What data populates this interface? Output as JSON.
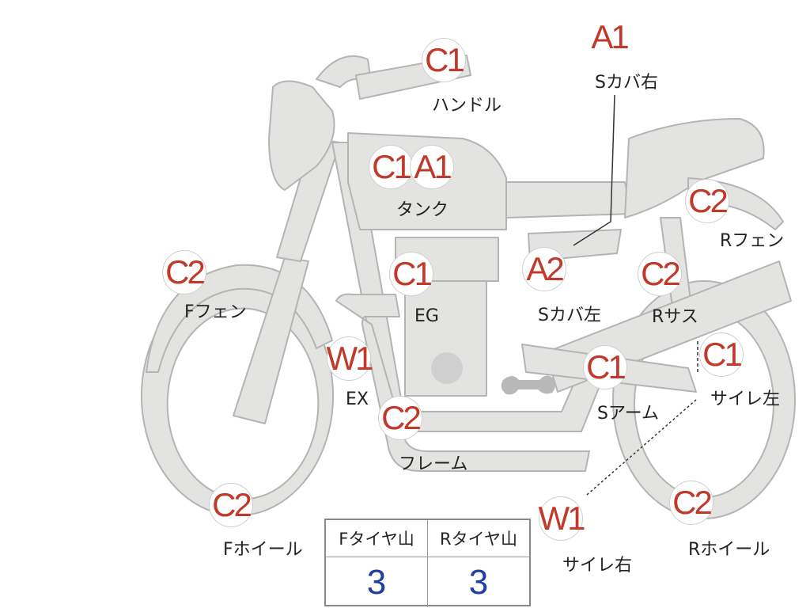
{
  "parts": [
    {
      "id": "handle",
      "grade": "C1",
      "label": "ハンドル"
    },
    {
      "id": "side-cover-right",
      "grade": "A1",
      "label": "Sカバ右"
    },
    {
      "id": "tank",
      "grades": [
        "C1",
        "A1"
      ],
      "label": "タンク"
    },
    {
      "id": "rear-fender",
      "grade": "C2",
      "label": "Rフェン"
    },
    {
      "id": "front-fender",
      "grade": "C2",
      "label": "Fフェン"
    },
    {
      "id": "engine",
      "grade": "C1",
      "label": "EG"
    },
    {
      "id": "side-cover-left",
      "grade": "A2",
      "label": "Sカバ左"
    },
    {
      "id": "rear-suspension",
      "grade": "C2",
      "label": "Rサス"
    },
    {
      "id": "exhaust",
      "grade": "W1",
      "label": "EX"
    },
    {
      "id": "swing-arm",
      "grade": "C1",
      "label": "Sアーム"
    },
    {
      "id": "muffler-left",
      "grade": "C1",
      "label": "サイレ左"
    },
    {
      "id": "frame",
      "grade": "C2",
      "label": "フレーム"
    },
    {
      "id": "front-wheel",
      "grade": "C2",
      "label": "Fホイール"
    },
    {
      "id": "muffler-right",
      "grade": "W1",
      "label": "サイレ右"
    },
    {
      "id": "rear-wheel",
      "grade": "C2",
      "label": "Rホイール"
    }
  ],
  "tire_table": {
    "headers": [
      "Fタイヤ山",
      "Rタイヤ山"
    ],
    "values": [
      "3",
      "3"
    ]
  },
  "colors": {
    "grade_text": "#c0392b",
    "tire_value": "#1f3fa0",
    "bike_fill": "#e3e3e1",
    "bike_stroke": "#b4b4b4"
  }
}
